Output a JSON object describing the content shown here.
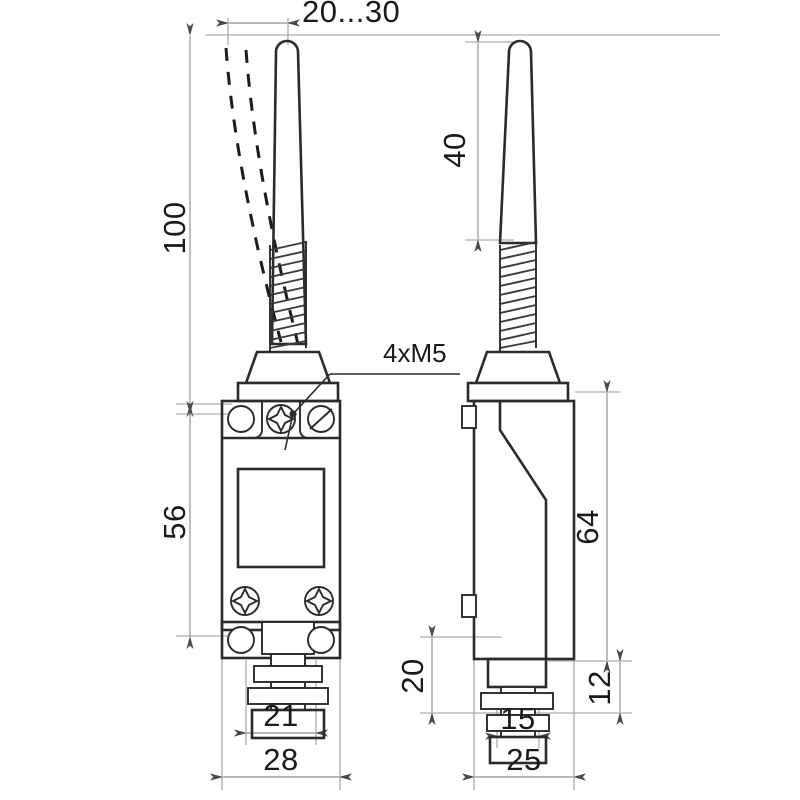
{
  "drawing": {
    "title": "Limit switch with spring rod actuator — dimensioned drawing",
    "background_color": "#ffffff",
    "line_color": "#2b2b2b",
    "dimension_line_color": "#8d8d8d",
    "text_color": "#1a1a1a",
    "views": [
      {
        "id": "front-view",
        "label": "front-view"
      },
      {
        "id": "side-view",
        "label": "side-view"
      }
    ]
  },
  "annotations": {
    "thread_note": "4xM5"
  },
  "dimensions": {
    "front": {
      "rod_deflection": "20...30",
      "rod_length": "100",
      "body_height": "56",
      "plunger_width": "21",
      "body_width": "28"
    },
    "side": {
      "rod_length": "40",
      "body_height": "64",
      "plunger_height": "20",
      "plunger_offset": "12",
      "plunger_width": "15",
      "body_width": "25"
    }
  }
}
